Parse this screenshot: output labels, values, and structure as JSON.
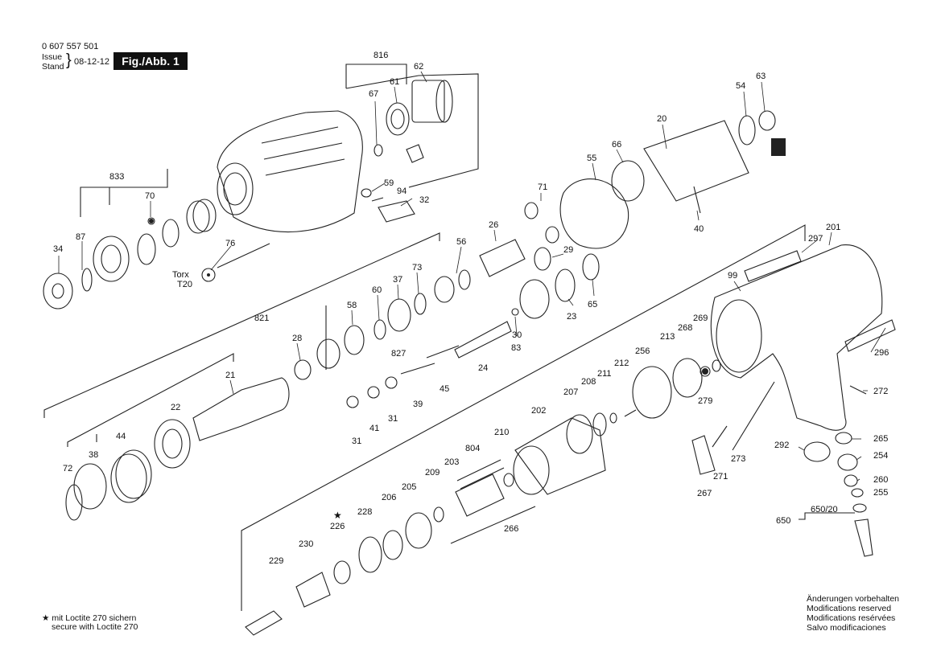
{
  "header": {
    "part_number": "0 607 557 501",
    "issue_label": "Issue",
    "stand_label": "Stand",
    "date": "08-12-12",
    "figure": "Fig./Abb. 1"
  },
  "torx": {
    "label": "Torx",
    "size": "T20"
  },
  "parts": [
    "816",
    "67",
    "61",
    "62",
    "63",
    "54",
    "20",
    "66",
    "55",
    "59",
    "94",
    "32",
    "833",
    "70",
    "87",
    "34",
    "76",
    "71",
    "26",
    "29",
    "56",
    "73",
    "37",
    "60",
    "58",
    "99",
    "297",
    "201",
    "821",
    "28",
    "21",
    "22",
    "44",
    "38",
    "72",
    "827",
    "41",
    "31",
    "39",
    "45",
    "24",
    "83",
    "30",
    "23",
    "65",
    "40",
    "268",
    "269",
    "213",
    "256",
    "212",
    "211",
    "208",
    "207",
    "202",
    "210",
    "804",
    "203",
    "209",
    "205",
    "206",
    "228",
    "226",
    "230",
    "229",
    "266",
    "296",
    "272",
    "279",
    "292",
    "265",
    "254",
    "260",
    "255",
    "267",
    "271",
    "273",
    "650/20",
    "650"
  ],
  "notes": {
    "loctite_de": "mit Loctite 270 sichern",
    "loctite_en": "secure with Loctite 270",
    "star": "★"
  },
  "footer": [
    "Änderungen vorbehalten",
    "Modifications reserved",
    "Modifications resérvées",
    "Salvo modificaciones"
  ]
}
